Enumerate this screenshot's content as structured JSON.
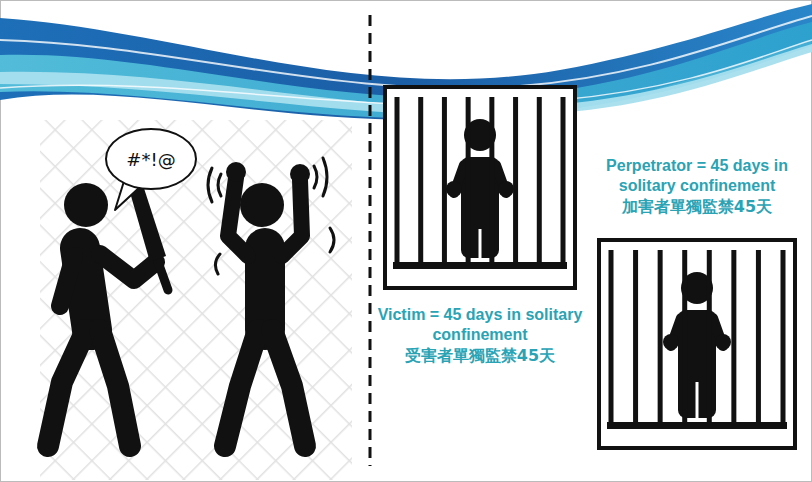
{
  "diagram": {
    "nodes": [
      {
        "text": [
          "#*!@"
        ]
      },
      {
        "text": [
          "Victim = 45 days in solitary confinement",
          "受害者單獨監禁45天"
        ]
      },
      {
        "text": [
          "Perpetrator = 45 days in solitary confinement",
          "加害者單獨監禁45天"
        ]
      }
    ]
  }
}
